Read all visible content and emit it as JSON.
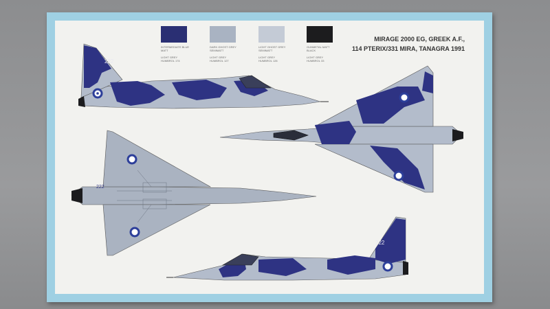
{
  "caption": {
    "line1": "MIRAGE 2000 EG, GREEK A.F.,",
    "line2": "114 PTERIX/331 MIRA, TANAGRA 1991"
  },
  "swatches": [
    {
      "name": "dark blue",
      "color": "#2a2f73",
      "text": "INTERMEDIATE BLUE\nMATT\n\nLIGHT GREY\nHUMBROL 174"
    },
    {
      "name": "medium grey",
      "color": "#a9b3c2",
      "text": "DARK GHOST GREY\nSEMIMATT\n\nLIGHT GREY\nHUMBROL 127"
    },
    {
      "name": "light grey",
      "color": "#c4cbd6",
      "text": "LIGHT GHOST GREY\nSEMIMATT\n\nLIGHT GREY\nHUMBROL 126"
    },
    {
      "name": "black",
      "color": "#1c1c1e",
      "text": "GUNMETAL MATT\nBLACK\n\nLIGHT GREY\nHUMBROL 33"
    }
  ],
  "aircraft": {
    "tail_number": "222"
  },
  "colors": {
    "camo_blue": "#2e3383",
    "camo_grey": "#b3bccb",
    "underside_grey": "#aab3c1",
    "box_border": "#9fd0e3",
    "card": "#f2f2ef",
    "roundel_outer": "#2d3f9a"
  }
}
